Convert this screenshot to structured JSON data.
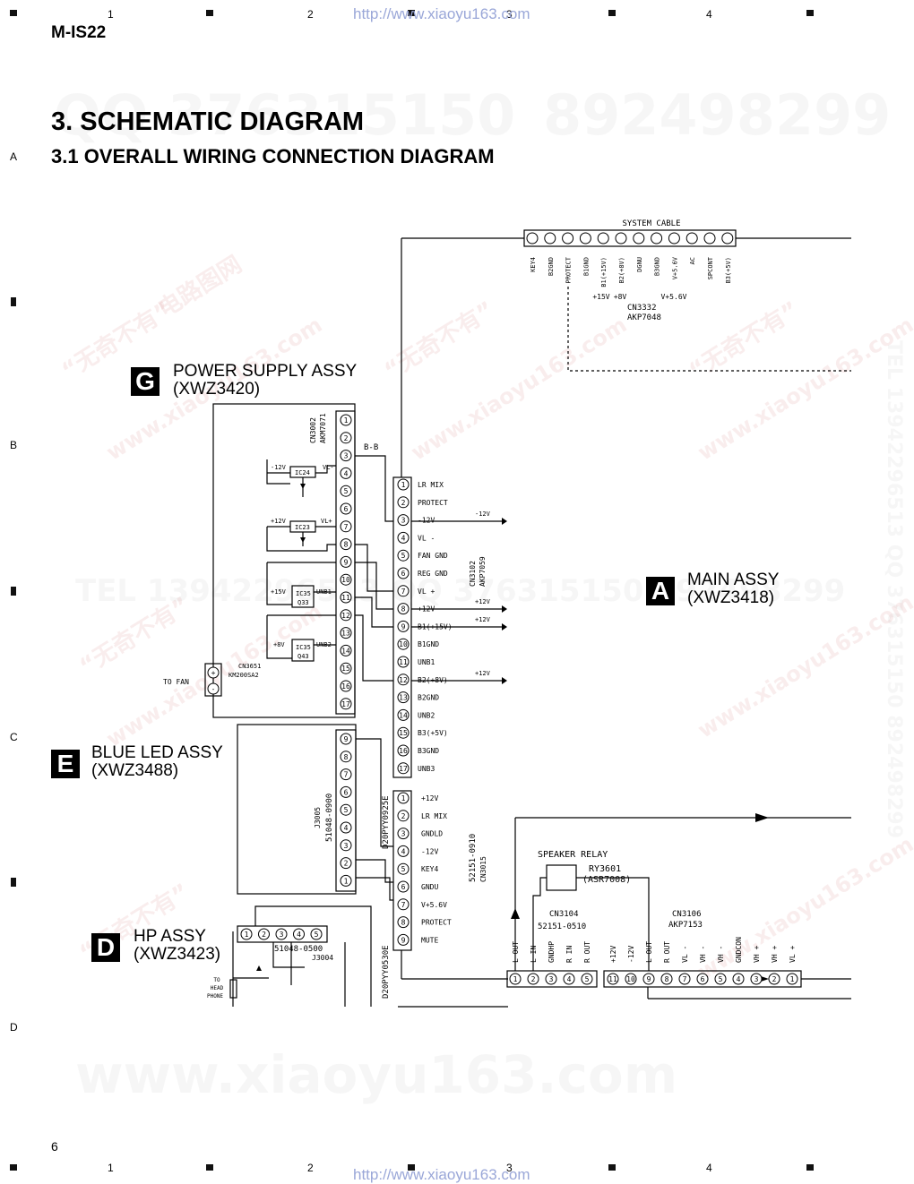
{
  "header": {
    "model": "M-IS22",
    "url": "http://www.xiaoyu163.com",
    "col_numbers": [
      "1",
      "2",
      "3",
      "4"
    ],
    "row_letters": [
      "A",
      "B",
      "C",
      "D"
    ],
    "page_number": "6"
  },
  "watermark": {
    "qq": "QQ 376315150",
    "num2": "892498299",
    "site": "www.xiaoyu163.com",
    "tel_side": "TEL 13942296513 QQ 376315150 892498299",
    "tel_mid": "TEL 13942296513 QQ 376315150 892498299",
    "wuqibuyou": "“无奇不有”",
    "dianlu": "电路图网",
    "site2": "www.xiaoyu163.com"
  },
  "titles": {
    "section": "3. SCHEMATIC DIAGRAM",
    "subsection": "3.1  OVERALL WIRING CONNECTION DIAGRAM"
  },
  "assemblies": {
    "G": {
      "letter": "G",
      "name": "POWER SUPPLY ASSY",
      "part": "(XWZ3420)"
    },
    "A": {
      "letter": "A",
      "name": "MAIN ASSY",
      "part": "(XWZ3418)"
    },
    "E": {
      "letter": "E",
      "name": "BLUE LED ASSY",
      "part": "(XWZ3488)"
    },
    "D": {
      "letter": "D",
      "name": "HP ASSY",
      "part": "(XWZ3423)"
    }
  },
  "system_cable": {
    "title": "SYSTEM CABLE",
    "pins": [
      "KEY4",
      "B2GND",
      "PROTECT",
      "B1GND",
      "B1(+15V)",
      "B2(+8V)",
      "DGNU",
      "B3GND",
      "V+5.6V",
      "AC",
      "SPCONT",
      "B3(+5V)"
    ],
    "volts": [
      "+15V",
      "+8V",
      "V+5.6V"
    ],
    "connector": "CN3332",
    "part": "AKP7048"
  },
  "power_supply": {
    "connector": "CN3002",
    "part": "AKM7071",
    "pins": [
      "1",
      "2",
      "3",
      "4",
      "5",
      "6",
      "7",
      "8",
      "9",
      "10",
      "11",
      "12",
      "13",
      "14",
      "15",
      "16",
      "17"
    ],
    "bb": "B-B",
    "minus12": "-12V",
    "ic24": "IC24",
    "vlminus": "VL-",
    "plus12": "+12V",
    "ic23": "IC23",
    "vlplus": "VL+",
    "plus15": "+15V",
    "ic35": "IC35",
    "q33": "Q33",
    "unb1": "UNB1",
    "plus8": "+8V",
    "ic35b": "IC35",
    "q43": "Q43",
    "unb2": "UNB2",
    "fan_cn": "CN3651",
    "fan_part": "KM200SA2",
    "to_fan": "TO FAN",
    "plus": "+",
    "minus": "-"
  },
  "cn3102": {
    "connector": "CN3102",
    "part": "AKP7059",
    "pins": [
      "1",
      "2",
      "3",
      "4",
      "5",
      "6",
      "7",
      "8",
      "9",
      "10",
      "11",
      "12",
      "13",
      "14",
      "15",
      "16",
      "17"
    ],
    "labels": [
      "LR MIX",
      "PROTECT",
      "-12V",
      "VL -",
      "FAN GND",
      "REG GND",
      "VL +",
      "+12V",
      "B1(+15V)",
      "B1GND",
      "UNB1",
      "B2(+8V)",
      "B2GND",
      "UNB2",
      "B3(+5V)",
      "B3GND",
      "UNB3"
    ],
    "side_m12": "-12V",
    "side_p12a": "+12V",
    "side_p12b": "+12V",
    "side_p12c": "+12V"
  },
  "cn3015": {
    "cable": "D20PYY0925E",
    "connector": "CN3015",
    "part": "52151-0910",
    "pins": [
      "1",
      "2",
      "3",
      "4",
      "5",
      "6",
      "7",
      "8",
      "9"
    ],
    "labels": [
      "+12V",
      "LR MIX",
      "GNDLD",
      "-12V",
      "KEY4",
      "GNDU",
      "V+5.6V",
      "PROTECT",
      "MUTE"
    ]
  },
  "blue_led": {
    "connector": "J3005",
    "part": "51048-0900",
    "pins": [
      "9",
      "8",
      "7",
      "6",
      "5",
      "4",
      "3",
      "2",
      "1"
    ]
  },
  "hp": {
    "part": "51048-0500",
    "connector": "J3004",
    "pins": [
      "1",
      "2",
      "3",
      "4",
      "5"
    ],
    "to_head": "TO",
    "head": "HEAD",
    "phone": "PHONE",
    "cable": "D20PYY0530E"
  },
  "speaker_relay": {
    "title": "SPEAKER RELAY",
    "ref": "RY3601",
    "part": "(ASR7008)"
  },
  "cn3104": {
    "connector": "CN3104",
    "part": "52151-0510",
    "labels": [
      "L OUT",
      "L IN",
      "GNDHP",
      "R IN",
      "R OUT"
    ],
    "pins": [
      "1",
      "2",
      "3",
      "4",
      "5"
    ]
  },
  "cn3106": {
    "connector": "CN3106",
    "part": "AKP7153",
    "labels": [
      "+12V",
      "-12V",
      "L OUT",
      "R OUT",
      "VL -",
      "VH -",
      "VH -",
      "GNDCON",
      "VH +",
      "VH +",
      "VL +"
    ],
    "pins": [
      "11",
      "10",
      "9",
      "8",
      "7",
      "6",
      "5",
      "4",
      "3",
      "2",
      "1"
    ]
  }
}
